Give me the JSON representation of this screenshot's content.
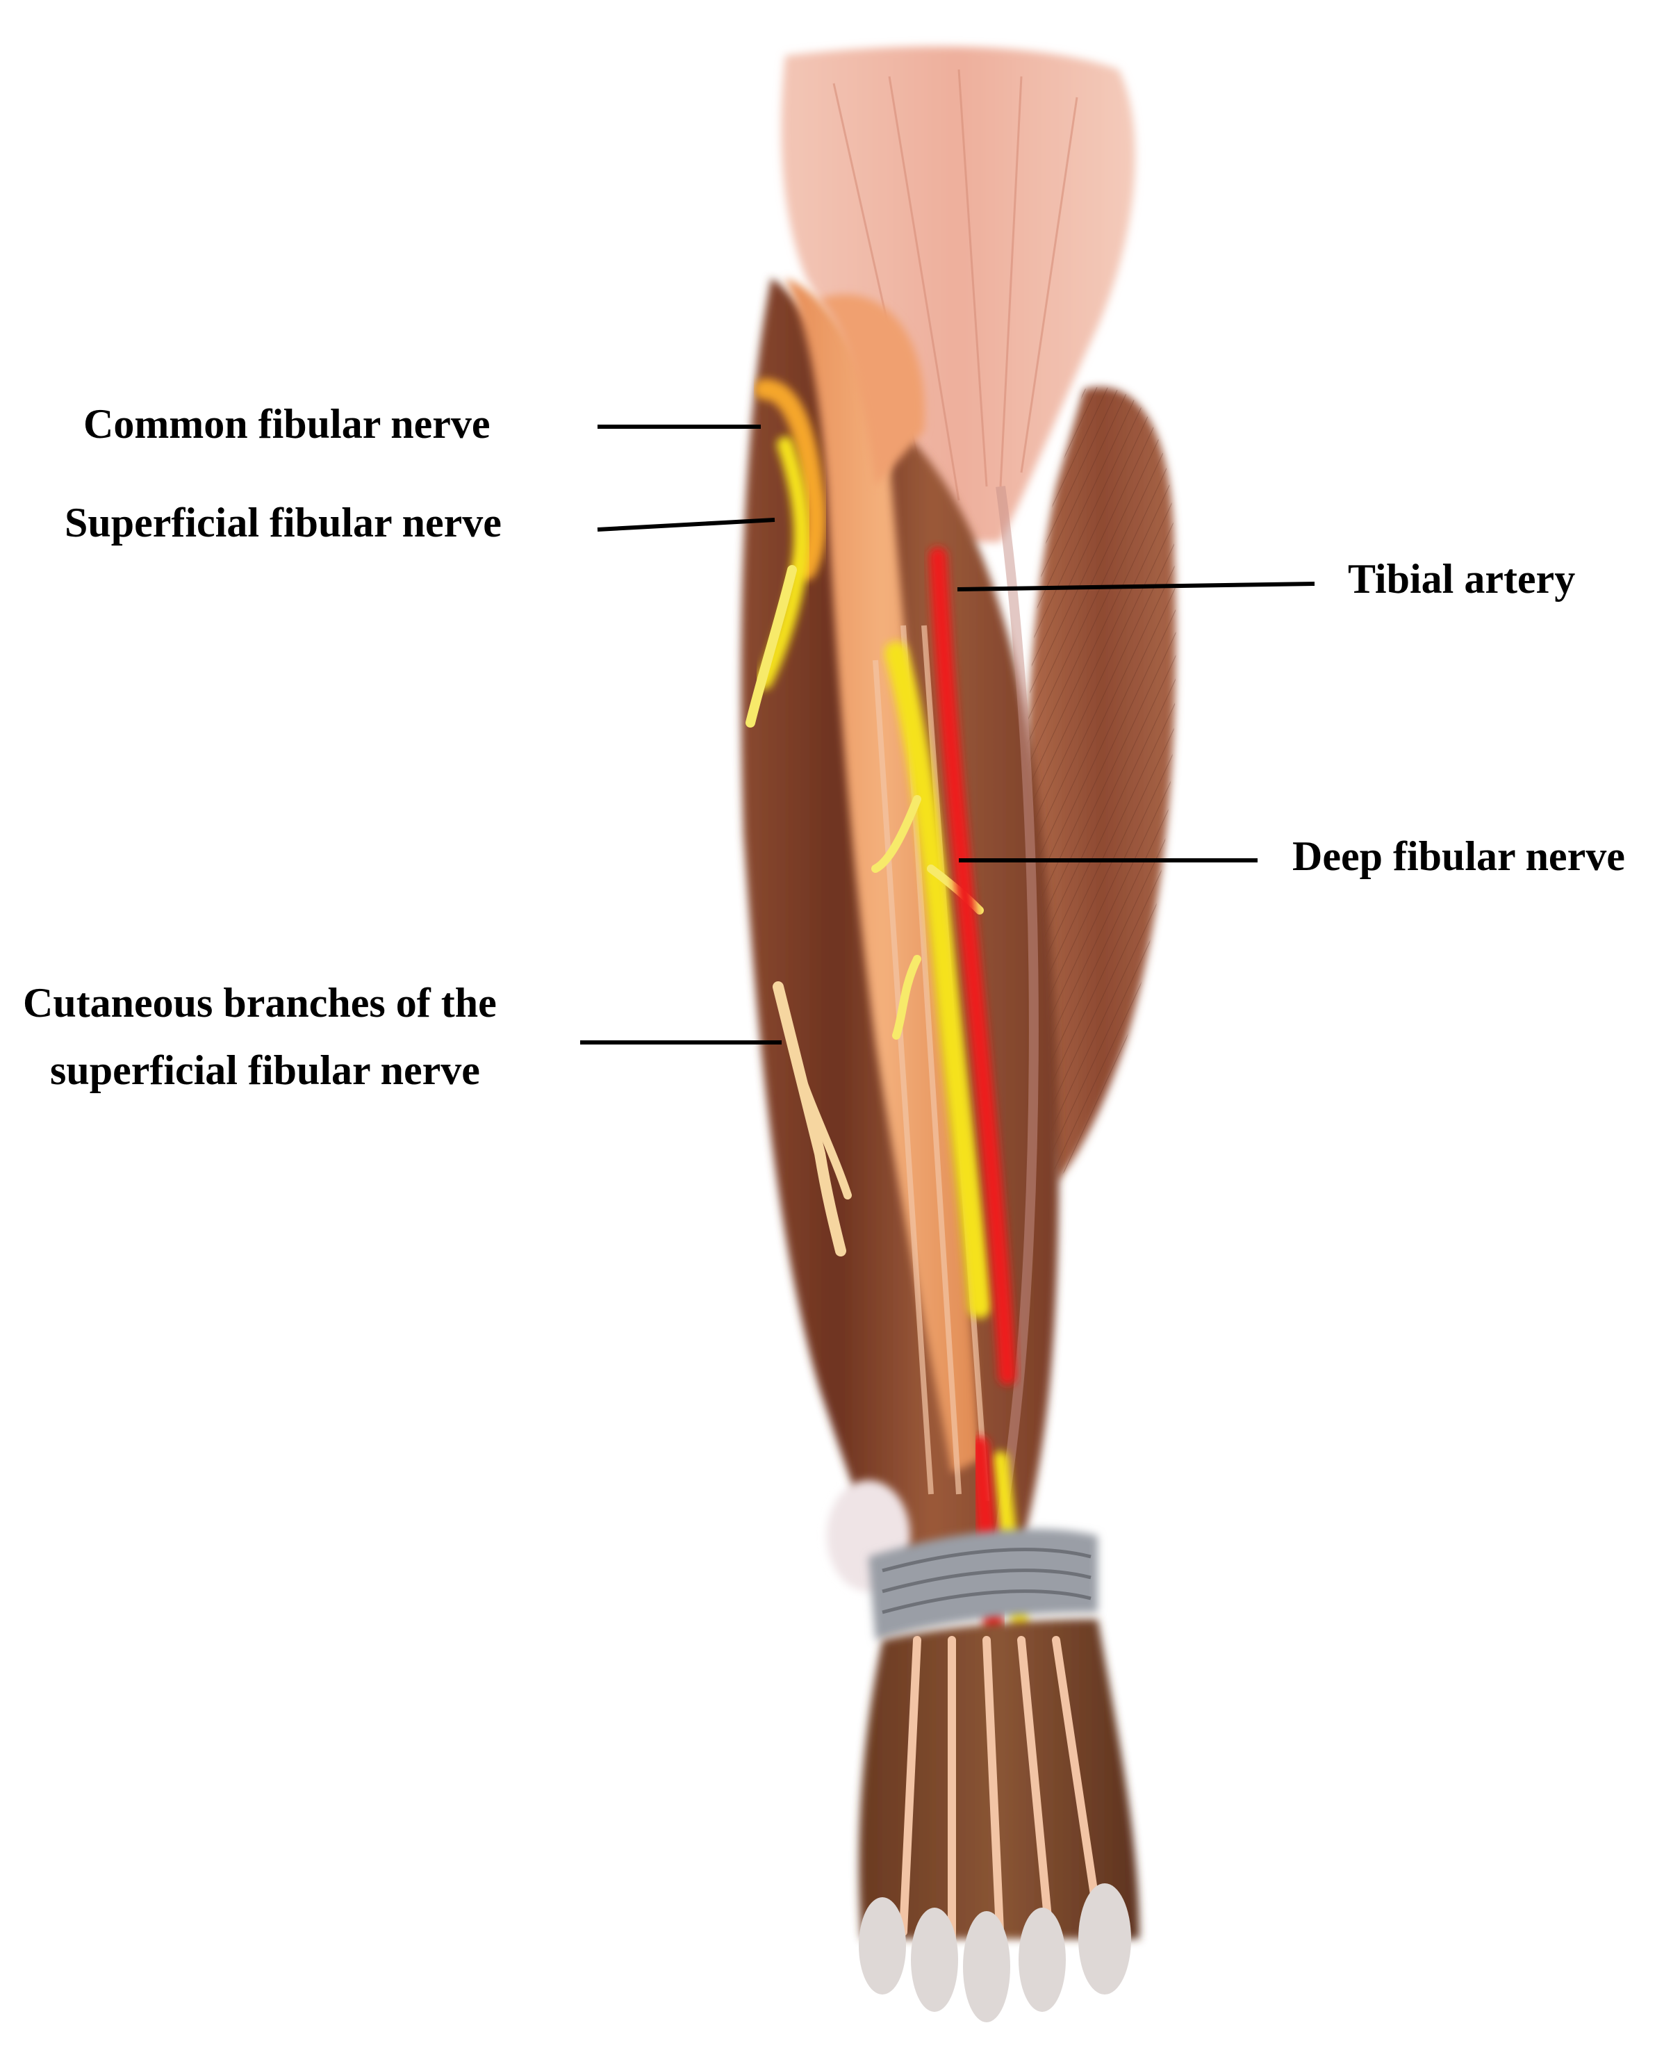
{
  "labels": {
    "common_fibular_nerve": "Common fibular nerve",
    "superficial_fibular_nerve": "Superficial fibular nerve",
    "tibial_artery": "Tibial artery",
    "deep_fibular_nerve": "Deep fibular nerve",
    "cutaneous_line1": "Cutaneous branches of the",
    "cutaneous_line2": "superficial fibular nerve"
  },
  "colors": {
    "nerve": "#f5e21a",
    "artery": "#ee1f1a",
    "muscle_dark": "#7a3a26",
    "muscle_light": "#e9a07a",
    "tendon": "#f2c4a5",
    "retinaculum": "#9a9ea6"
  }
}
